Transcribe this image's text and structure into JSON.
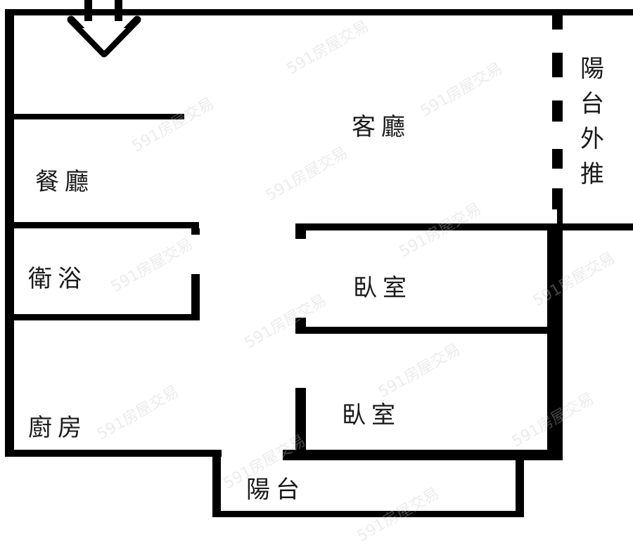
{
  "floor_plan": {
    "rooms": [
      {
        "id": "living",
        "label": "客廳"
      },
      {
        "id": "dining",
        "label": "餐廳"
      },
      {
        "id": "bathroom",
        "label": "衛浴"
      },
      {
        "id": "kitchen",
        "label": "廚房"
      },
      {
        "id": "bedroom_1",
        "label": "臥室"
      },
      {
        "id": "bedroom_2",
        "label": "臥室"
      },
      {
        "id": "balcony",
        "label": "陽台"
      }
    ],
    "annotations": {
      "balcony_extension": [
        "陽",
        "台",
        "外",
        "推"
      ]
    },
    "entrance": {
      "icon": "entry-arrow-down-icon"
    },
    "watermark": "591房屋交易",
    "colors": {
      "wall": "#000000",
      "background": "#ffffff",
      "text": "#1a1a1a"
    }
  }
}
